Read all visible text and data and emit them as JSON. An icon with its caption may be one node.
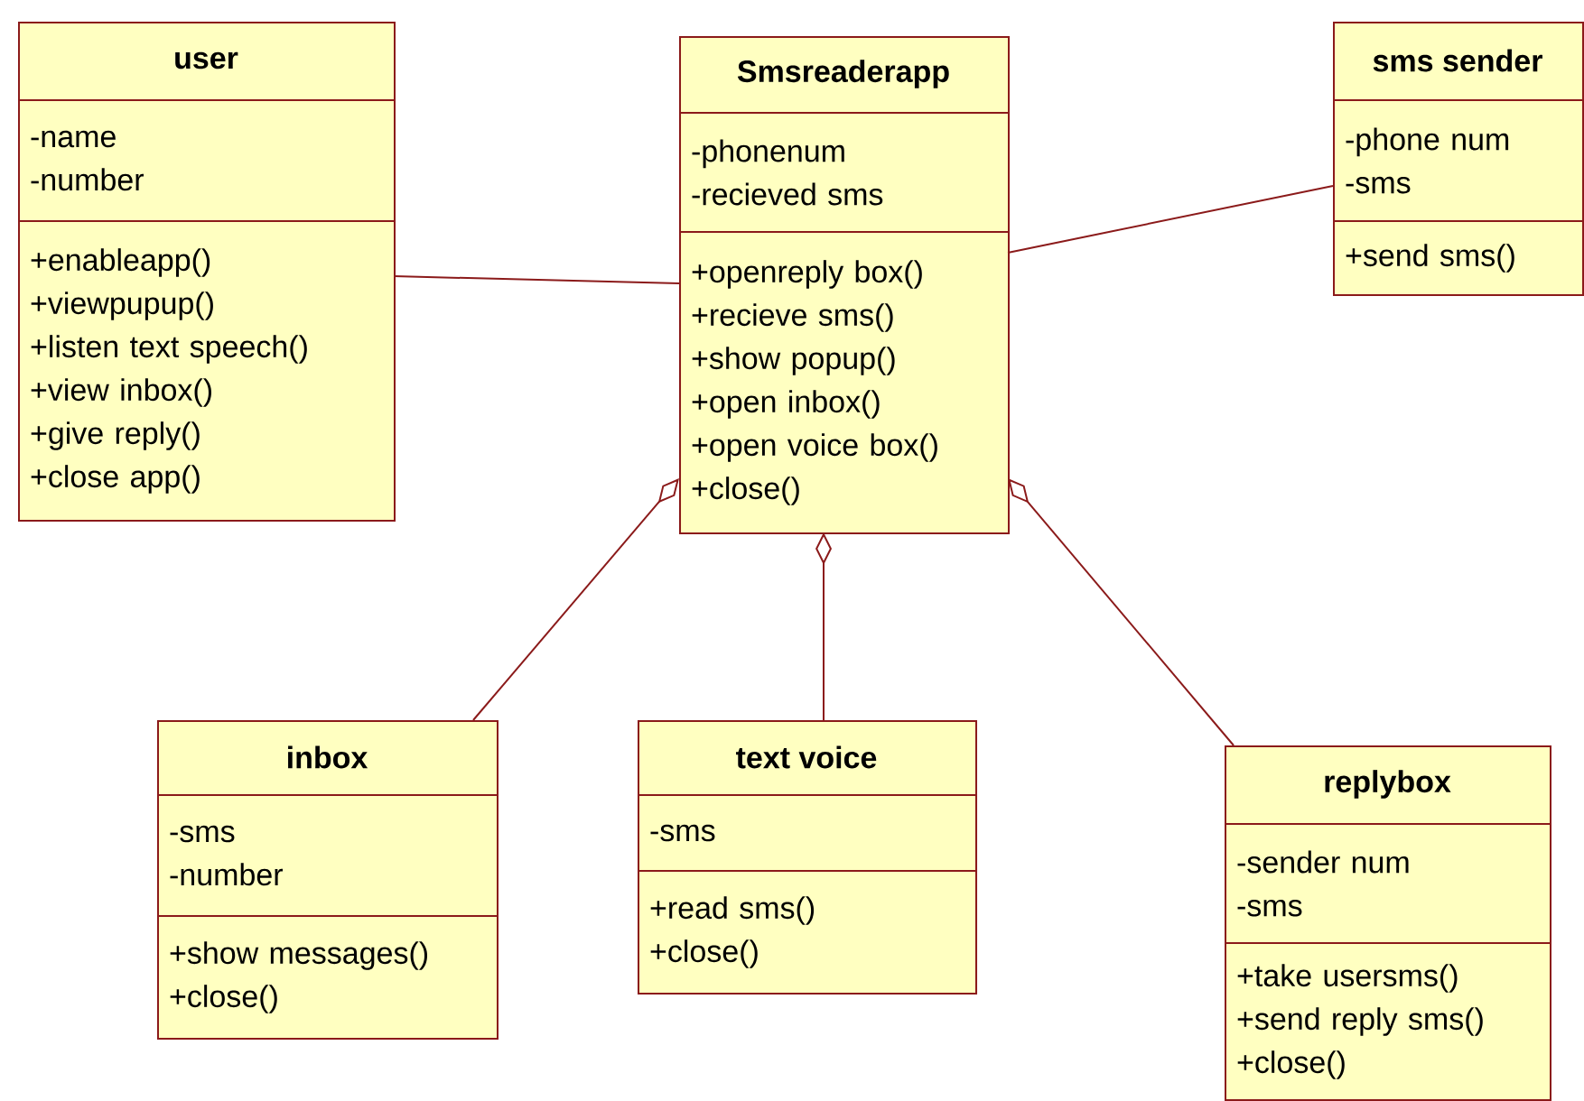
{
  "diagram": {
    "nodes": [
      {
        "text": [
          "user"
        ]
      },
      {
        "text": [
          "-name",
          "-number"
        ],
        "in": 0
      },
      {
        "text": [
          "+enableapp()",
          "+viewpupup()",
          "+listen text speech()",
          "+view inbox()",
          "+give reply()",
          "+close app()"
        ],
        "in": 0
      },
      {
        "text": [
          "Smsreaderapp"
        ]
      },
      {
        "text": [
          "-phonenum",
          "-recieved sms"
        ],
        "in": 3
      },
      {
        "text": [
          "+openreply box()",
          "+recieve sms()",
          "+show popup()",
          "+open inbox()",
          "+open voice box()",
          "+close()"
        ],
        "in": 3
      },
      {
        "text": [
          "sms sender"
        ]
      },
      {
        "text": [
          "-phone num",
          "-sms"
        ],
        "in": 6
      },
      {
        "text": [
          "+send sms()"
        ],
        "in": 6
      },
      {
        "text": [
          "inbox"
        ]
      },
      {
        "text": [
          "-sms",
          "-number"
        ],
        "in": 9
      },
      {
        "text": [
          "+show messages()",
          "+close()"
        ],
        "in": 9
      },
      {
        "text": [
          "text voice"
        ]
      },
      {
        "text": [
          "-sms"
        ],
        "in": 12
      },
      {
        "text": [
          "+read sms()",
          "+close()"
        ],
        "in": 12
      },
      {
        "text": [
          "replybox"
        ]
      },
      {
        "text": [
          "-sender num",
          "-sms"
        ],
        "in": 15
      },
      {
        "text": [
          "+take usersms()",
          "+send reply sms()",
          "+close()"
        ],
        "in": 15
      }
    ],
    "edges": [
      {
        "from": 0,
        "to": 3,
        "arrow": "none"
      },
      {
        "from": 3,
        "to": 6,
        "arrow": "none"
      },
      {
        "from": 9,
        "to": 3,
        "arrow": "other"
      },
      {
        "from": 12,
        "to": 3,
        "arrow": "other"
      },
      {
        "from": 15,
        "to": 3,
        "arrow": "other"
      }
    ]
  }
}
